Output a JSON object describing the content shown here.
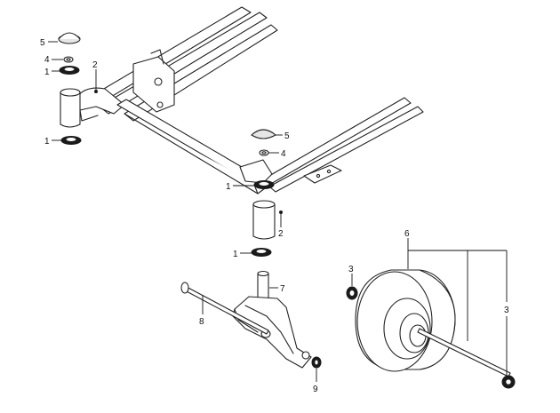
{
  "callouts": {
    "c5a": "5",
    "c4a": "4",
    "c1a": "1",
    "c2a": "2",
    "c1b": "1",
    "c5b": "5",
    "c4b": "4",
    "c1c": "1",
    "c2b": "2",
    "c1d": "1",
    "c7": "7",
    "c8": "8",
    "c9": "9",
    "c6": "6",
    "c3a": "3",
    "c3b": "3"
  }
}
